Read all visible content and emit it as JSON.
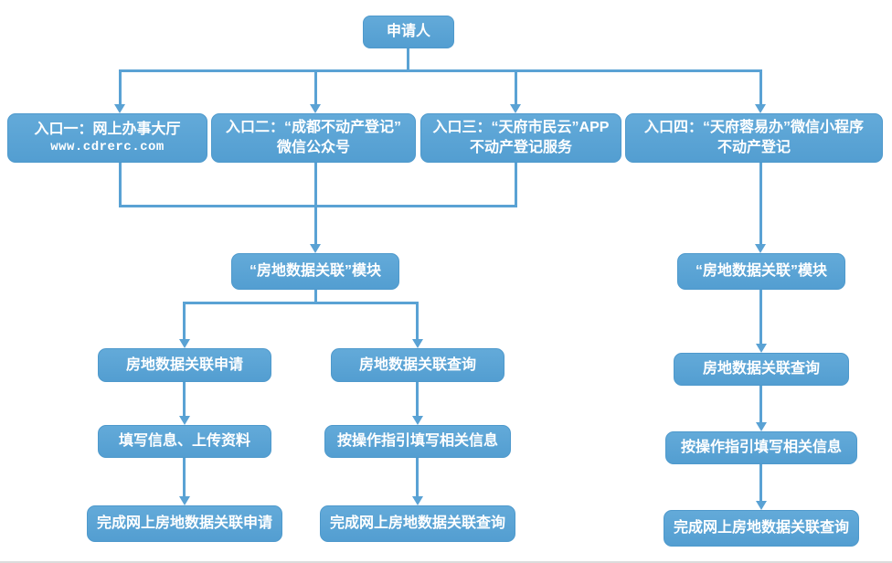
{
  "colors": {
    "boxFill": "#539ED1",
    "boxFillLight": "#63AAD9",
    "boxBorder": "#4E99CC",
    "lineColor": "#5AA2D4",
    "textColor": "#FFFFFF"
  },
  "applicant": {
    "label": "申请人"
  },
  "entries": [
    {
      "line1": "入口一：网上办事大厅",
      "line2": "www.cdrerc.com"
    },
    {
      "line1": "入口二：“成都不动产登记”",
      "line2": "微信公众号"
    },
    {
      "line1": "入口三：“天府市民云”APP",
      "line2": "不动产登记服务"
    },
    {
      "line1": "入口四：“天府蓉易办”微信小程序",
      "line2": "不动产登记"
    }
  ],
  "modules": {
    "center": "“房地数据关联”模块",
    "right": "“房地数据关联”模块"
  },
  "columns": {
    "apply": [
      "房地数据关联申请",
      "填写信息、上传资料",
      "完成网上房地数据关联申请"
    ],
    "query": [
      "房地数据关联查询",
      "按操作指引填写相关信息",
      "完成网上房地数据关联查询"
    ],
    "query_right": [
      "房地数据关联查询",
      "按操作指引填写相关信息",
      "完成网上房地数据关联查询"
    ]
  }
}
